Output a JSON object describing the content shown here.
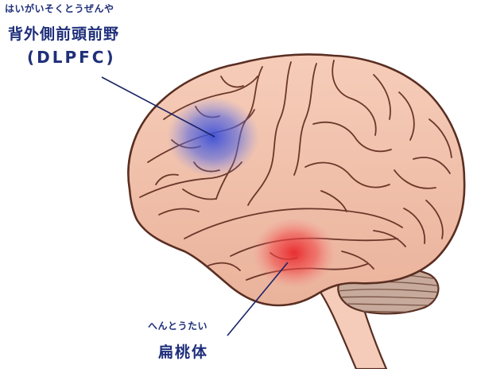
{
  "labels": {
    "dlpfc": {
      "ruby": "はいがいそくとうぜんや",
      "name": "背外側前頭前野",
      "abbr": "(DLPFC)"
    },
    "amygdala": {
      "ruby": "へんとうたい",
      "name": "扁桃体"
    }
  },
  "colors": {
    "brain_fill": "#f2c2ad",
    "brain_outline": "#5a2e22",
    "cerebellum_fill": "#c7aa9b",
    "brainstem_fill": "#f4ccb9",
    "dlpfc_highlight": "#3b4fd6",
    "amygdala_highlight": "#e8262a",
    "label_text": "#1f2f7a",
    "leader_line": "#1a2466"
  }
}
